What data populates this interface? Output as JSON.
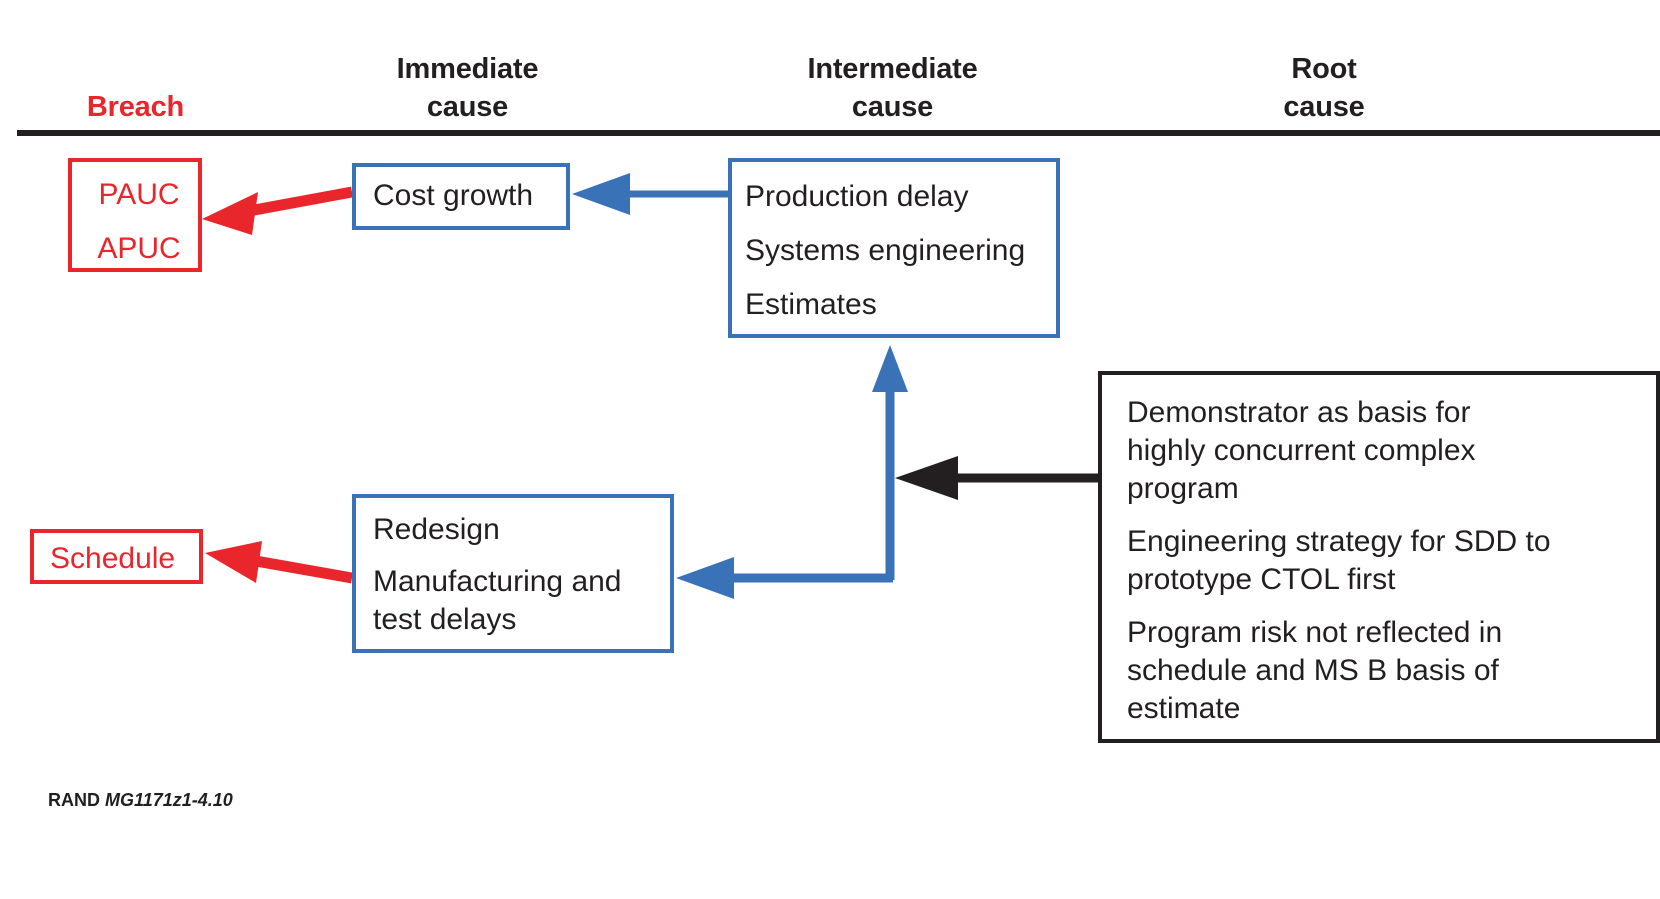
{
  "headers": {
    "breach": "Breach",
    "immediate": "Immediate\ncause",
    "immediate_l1": "Immediate",
    "immediate_l2": "cause",
    "intermediate_l1": "Intermediate",
    "intermediate_l2": "cause",
    "root_l1": "Root",
    "root_l2": "cause"
  },
  "boxes": {
    "breach_cost": {
      "line1": "PAUC",
      "line2": "APUC"
    },
    "immediate_cost": {
      "line1": "Cost growth"
    },
    "intermediate_cost": {
      "line1": "Production delay",
      "line2": "Systems engineering",
      "line3": "Estimates"
    },
    "breach_schedule": {
      "line1": "Schedule"
    },
    "immediate_schedule": {
      "line1": "Redesign",
      "line2": "Manufacturing and test delays"
    },
    "root_cause": {
      "item1": "Demonstrator as basis for highly concurrent complex program",
      "item2": "Engineering strategy for SDD to prototype CTOL first",
      "item3": "Program risk not reflected in schedule and MS B basis of estimate"
    }
  },
  "footer": {
    "mark": "RAND",
    "space": " ",
    "id": "MG1171z1-4.10"
  },
  "colors": {
    "breach_red": "#e8262c",
    "cause_blue": "#3a72b8",
    "root_black": "#231f20"
  },
  "arrows": [
    {
      "name": "cost-growth-to-pauc",
      "color": "#e8262c",
      "direction": "left"
    },
    {
      "name": "production-delay-to-cost-growth",
      "color": "#3a72b8",
      "direction": "left"
    },
    {
      "name": "redesign-to-schedule",
      "color": "#e8262c",
      "direction": "left"
    },
    {
      "name": "root-to-junction",
      "color": "#231f20",
      "direction": "left"
    },
    {
      "name": "junction-to-redesign",
      "color": "#3a72b8",
      "direction": "left"
    },
    {
      "name": "junction-to-intermediate",
      "color": "#3a72b8",
      "direction": "up"
    }
  ]
}
